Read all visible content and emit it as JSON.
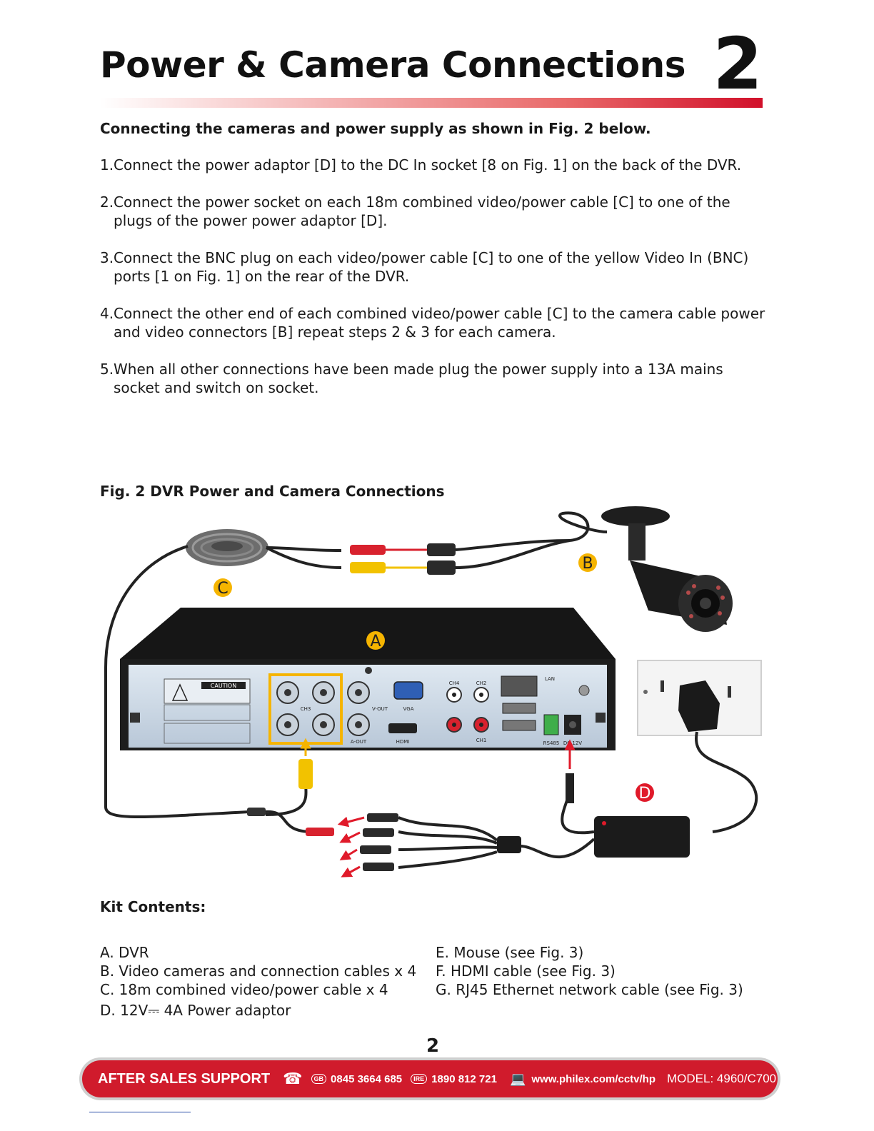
{
  "header": {
    "title": "Power & Camera Connections",
    "chapter_number": "2"
  },
  "intro": "Connecting the cameras and power supply as shown in Fig. 2 below.",
  "steps": [
    {
      "num": "1.",
      "text": "Connect the power adaptor [D] to the DC In socket [8 on Fig. 1] on the back of the DVR."
    },
    {
      "num": "2.",
      "text": "Connect the power socket on each 18m combined video/power cable [C] to one of the plugs of the power power adaptor [D]."
    },
    {
      "num": "3.",
      "text": "Connect the BNC plug on each video/power cable [C] to one of the yellow Video In (BNC) ports [1 on Fig. 1] on the rear of the DVR."
    },
    {
      "num": "4.",
      "text": "Connect the other end of each combined video/power cable [C] to the camera cable power and video connectors [B] repeat steps 2 & 3 for each camera."
    },
    {
      "num": "5.",
      "text": "When all other connections have been made plug the power supply into a 13A mains socket and switch on socket."
    }
  ],
  "figure": {
    "caption": "Fig. 2 DVR Power and Camera Connections",
    "labels": {
      "a": "A",
      "b": "B",
      "c": "C",
      "d": "D"
    },
    "panel_text": {
      "caution": "CAUTION",
      "ch3": "CH3",
      "ch4": "CH4",
      "ch2": "CH2",
      "ch1": "CH1",
      "vout": "V-OUT",
      "vga": "VGA",
      "aout": "A-OUT",
      "hdmi": "HDMI",
      "lan": "LAN",
      "rs485": "RS485",
      "dc12v": "DC 12V"
    },
    "colors": {
      "label_circle": "#f5b400",
      "label_d": "#e01a2a",
      "highlight": "#f5b400",
      "arrow": "#e01a2a"
    }
  },
  "kit": {
    "title": "Kit Contents:",
    "left": [
      "A. DVR",
      "B. Video cameras and connection cables x 4",
      "C. 18m combined video/power cable x 4",
      "D. 12V⎓ 4A Power adaptor"
    ],
    "right": [
      "E. Mouse (see Fig. 3)",
      "F.  HDMI cable (see Fig. 3)",
      "G. RJ45 Ethernet network cable (see Fig. 3)"
    ]
  },
  "page_number": "2",
  "footer": {
    "support_label": "AFTER SALES SUPPORT",
    "phone_icon": "phone-icon",
    "gb_badge": "GB",
    "gb_number": "0845 3664 685",
    "ire_badge": "IRE",
    "ire_number": "1890 812 721",
    "computer_icon": "computer-icon",
    "url": "www.philex.com/cctv/hp",
    "model": "MODEL: 4960/C700",
    "background_color": "#d01b2c"
  }
}
